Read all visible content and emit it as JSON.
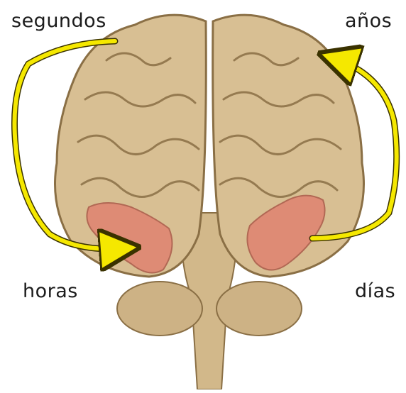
{
  "labels": {
    "seconds": "segundos",
    "years": "años",
    "hours": "horas",
    "days": "días"
  },
  "colors": {
    "brain": "#d8bf93",
    "brain_shadow": "#8a6f45",
    "brain_highlight": "#f1e2c2",
    "hippocampus": "#e07a6b",
    "arrow": "#f5e800",
    "arrow_outline": "#3a3200",
    "background": "#ffffff"
  },
  "icons": {
    "brain": "brain-illustration-icon",
    "arrow": "curved-arrow-icon"
  }
}
